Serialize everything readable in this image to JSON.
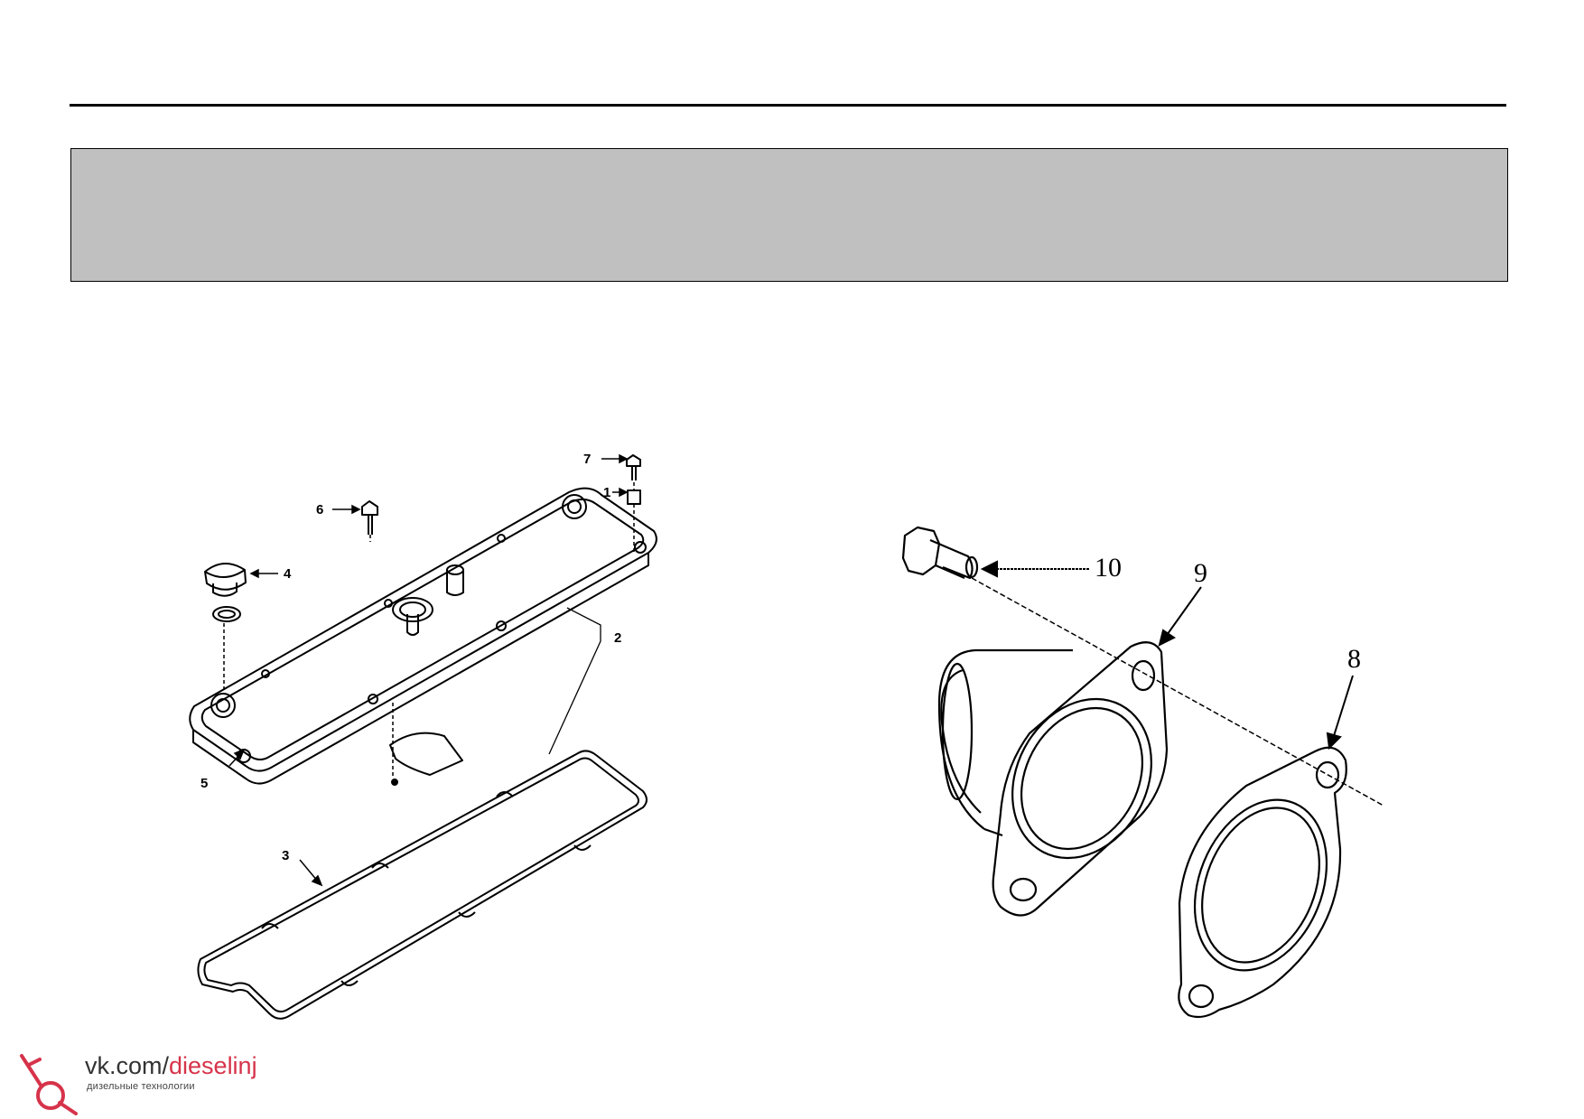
{
  "left_figure": {
    "callouts": [
      {
        "id": "c1",
        "label": "1"
      },
      {
        "id": "c2",
        "label": "2"
      },
      {
        "id": "c3",
        "label": "3"
      },
      {
        "id": "c4",
        "label": "4"
      },
      {
        "id": "c5",
        "label": "5"
      },
      {
        "id": "c6",
        "label": "6"
      },
      {
        "id": "c7",
        "label": "7"
      }
    ]
  },
  "right_figure": {
    "callouts": [
      {
        "id": "c8",
        "label": "8"
      },
      {
        "id": "c9",
        "label": "9"
      },
      {
        "id": "c10",
        "label": "10"
      }
    ]
  },
  "watermark": {
    "prefix": "vk.com/",
    "accent": "dieselinj",
    "subtitle": "дизельные технологии",
    "accent_color": "#d6334a"
  }
}
